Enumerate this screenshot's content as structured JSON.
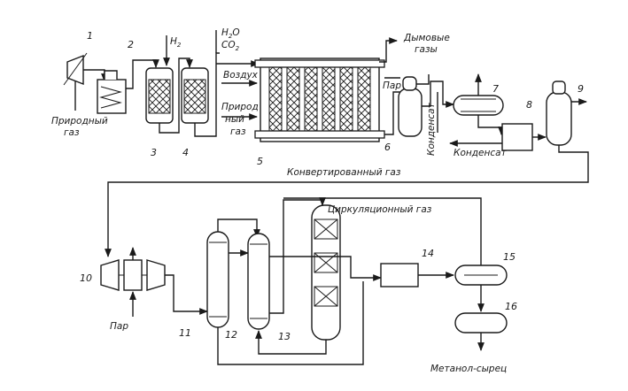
{
  "numbers": [
    "1",
    "2",
    "3",
    "4",
    "5",
    "6",
    "7",
    "8",
    "9",
    "10",
    "11",
    "12",
    "13",
    "14",
    "15",
    "16"
  ],
  "labels": {
    "natural_gas_l1": "Природный",
    "natural_gas_l2": "газ",
    "h2": "H",
    "h2_sub": "2",
    "h2o": "H",
    "h2o_sub": "2",
    "h2o_o": "O",
    "co2": "CO",
    "co2_sub": "2",
    "flue_l1": "Дымовые",
    "flue_l2": "газы",
    "air": "Воздух",
    "natgas5_l1": "Природ",
    "natgas5_l2": "ный",
    "natgas5_l3": "газ",
    "steam_top": "Пар",
    "condensate_v": "Конденсат",
    "condensate_h": "Конденсат",
    "converted_gas": "Конвертированный газ",
    "circulation_gas": "Циркуляционный газ",
    "steam_bottom": "Пар",
    "methanol": "Метанол-сырец"
  }
}
